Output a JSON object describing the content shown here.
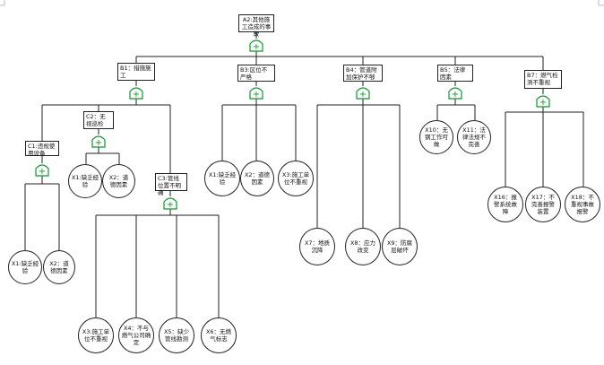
{
  "top": {
    "label": "A2:其他施工造成的事故"
  },
  "events": {
    "B1": {
      "label": "B1：措施施工"
    },
    "B3": {
      "label": "B3:区位不严格"
    },
    "B4": {
      "label": "B4：管道附加保护不够"
    },
    "B5": {
      "label": "B5：法律因素"
    },
    "B7": {
      "label": "B7：燃气检测不重视"
    },
    "C1": {
      "label": "C1:违规使用设备"
    },
    "C2": {
      "label": "C2：无视巡检"
    },
    "C3": {
      "label": "C3:管线位置不明确"
    }
  },
  "basic": {
    "c1_x1": "X1:缺乏经验",
    "c1_x2": "X2：道德因素",
    "c2_x1": "X1:缺乏经验",
    "c2_x2": "X2：道德因素",
    "c3_x3": "X3:施工单位不重视",
    "c3_x4": "X4：不与燃气公司确定",
    "c3_x5": "X5：缺少管线勘测",
    "c3_x6": "X6：无燃气标志",
    "b3_x1": "X1:缺乏经验",
    "b3_x2": "X2：道德因素",
    "b3_x3": "X3:施工单位不重视",
    "b4_x7": "X7：地质沉降",
    "b4_x8": "X8：应力改变",
    "b4_x9": "X9：防腐层破坏",
    "b5_x10": "X10：无钢工作可做",
    "b5_x11": "X11：法律法规不完善",
    "b7_x16": "X16：报警系统故障",
    "b7_x17": "X17：不完善报警装置",
    "b7_x18": "X18：不重视事故报警"
  },
  "gate_symbol": "+"
}
